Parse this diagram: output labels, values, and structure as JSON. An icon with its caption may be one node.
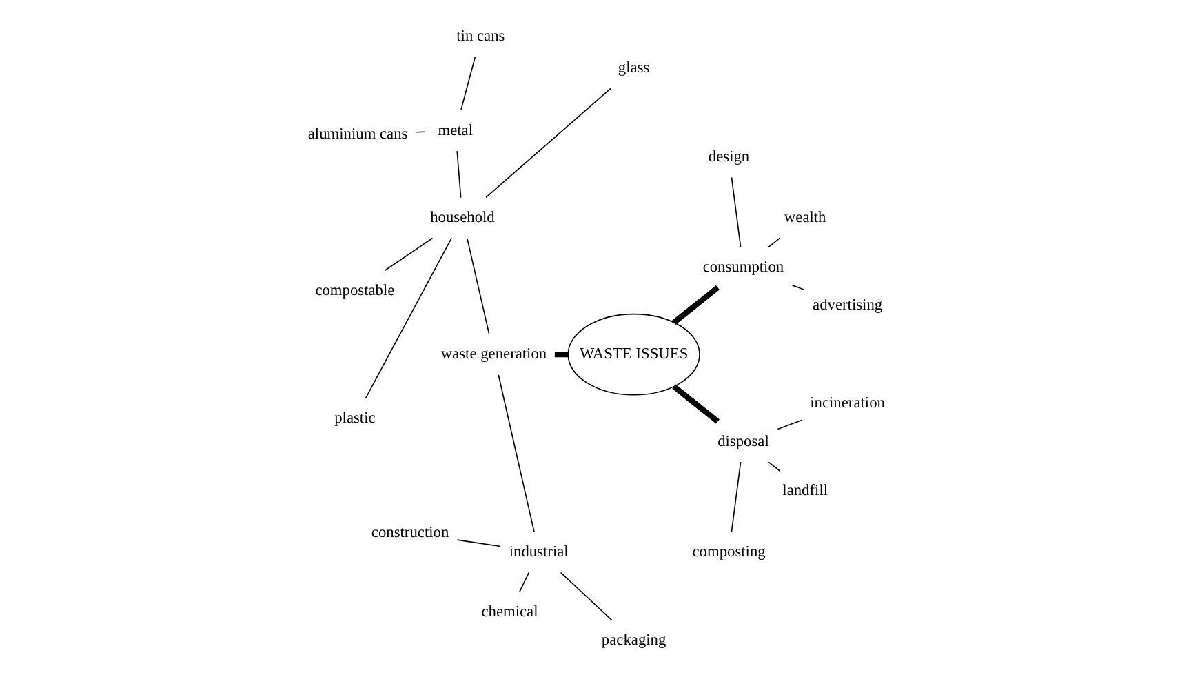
{
  "diagram": {
    "nodes": [
      {
        "text": [
          "WASTE ISSUES"
        ]
      },
      {
        "text": [
          "consumption"
        ]
      },
      {
        "text": [
          "advertising"
        ]
      },
      {
        "text": [
          "wealth"
        ]
      },
      {
        "text": [
          "design"
        ]
      },
      {
        "text": [
          "waste generation"
        ]
      },
      {
        "text": [
          "household"
        ]
      },
      {
        "text": [
          "glass"
        ]
      },
      {
        "text": [
          "metal"
        ]
      },
      {
        "text": [
          "tin cans"
        ]
      },
      {
        "text": [
          "aluminium cans"
        ]
      },
      {
        "text": [
          "compostable"
        ]
      },
      {
        "text": [
          "plastic"
        ]
      },
      {
        "text": [
          "industrial"
        ]
      },
      {
        "text": [
          "construction"
        ]
      },
      {
        "text": [
          "chemical"
        ]
      },
      {
        "text": [
          "packaging"
        ]
      },
      {
        "text": [
          "disposal"
        ]
      },
      {
        "text": [
          "composting"
        ]
      },
      {
        "text": [
          "landfill"
        ]
      },
      {
        "text": [
          "incineration"
        ]
      }
    ],
    "edges": [
      {
        "from": 0,
        "to": 1,
        "arrow": "none",
        "style": "thick"
      },
      {
        "from": 1,
        "to": 2,
        "arrow": "none"
      },
      {
        "from": 1,
        "to": 3,
        "arrow": "none"
      },
      {
        "from": 1,
        "to": 4,
        "arrow": "none"
      },
      {
        "from": 0,
        "to": 5,
        "arrow": "none",
        "style": "thick"
      },
      {
        "from": 5,
        "to": 6,
        "arrow": "none"
      },
      {
        "from": 6,
        "to": 7,
        "arrow": "none"
      },
      {
        "from": 6,
        "to": 8,
        "arrow": "none"
      },
      {
        "from": 8,
        "to": 9,
        "arrow": "none"
      },
      {
        "from": 8,
        "to": 10,
        "arrow": "none"
      },
      {
        "from": 6,
        "to": 11,
        "arrow": "none"
      },
      {
        "from": 6,
        "to": 12,
        "arrow": "none"
      },
      {
        "from": 5,
        "to": 13,
        "arrow": "none"
      },
      {
        "from": 13,
        "to": 14,
        "arrow": "none"
      },
      {
        "from": 13,
        "to": 15,
        "arrow": "none"
      },
      {
        "from": 13,
        "to": 16,
        "arrow": "none"
      },
      {
        "from": 0,
        "to": 17,
        "arrow": "none",
        "style": "thick"
      },
      {
        "from": 17,
        "to": 18,
        "arrow": "none"
      },
      {
        "from": 17,
        "to": 19,
        "arrow": "none"
      },
      {
        "from": 17,
        "to": 20,
        "arrow": "none"
      }
    ]
  }
}
